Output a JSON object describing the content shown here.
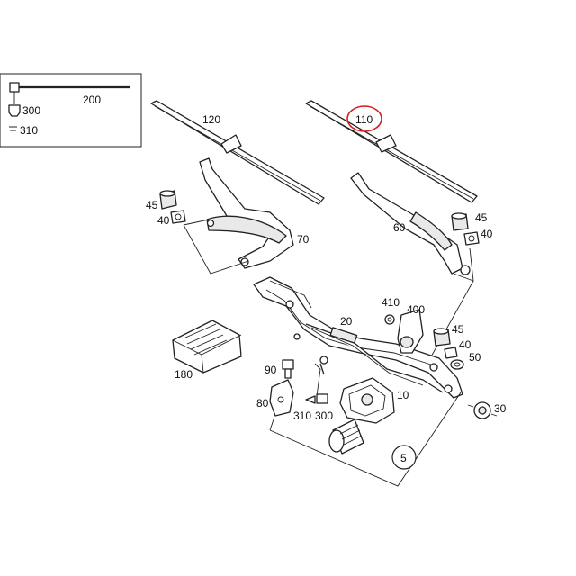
{
  "legend": {
    "item_200": "200",
    "item_300": "300",
    "item_310": "310"
  },
  "labels": {
    "p120": "120",
    "p110": "110",
    "p45a": "45",
    "p40a": "40",
    "p70": "70",
    "p60": "60",
    "p45b": "45",
    "p40b": "40",
    "p410": "410",
    "p400": "400",
    "p20": "20",
    "p45c": "45",
    "p40c": "40",
    "p50": "50",
    "p180": "180",
    "p90": "90",
    "p10": "10",
    "p80": "80",
    "p310": "310",
    "p300": "300",
    "p30": "30",
    "p5": "5"
  },
  "highlight": {
    "part": "110",
    "color": "#d42020"
  },
  "colors": {
    "line": "#222222",
    "fill_grey": "#e9e9e9"
  }
}
